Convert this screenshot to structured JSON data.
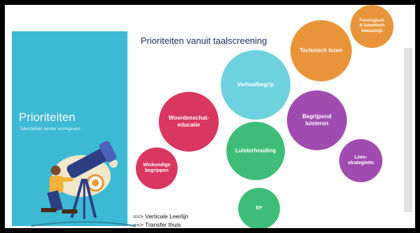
{
  "panel": {
    "title": "Prioriteiten",
    "subtitle": "Talenbeleid verder vormgeven",
    "color": "#3db9d3"
  },
  "slide": {
    "title": "Prioriteiten vanuit taalscreening"
  },
  "bubbles": {
    "fonologisch": {
      "label": "Fonologisch\n& fonemisch\nbewustzijn",
      "color": "#e8953a"
    },
    "technisch": {
      "label": "Technisch lezen",
      "color": "#e8953a"
    },
    "verhaalbegrip": {
      "label": "Verhaalbegrip",
      "color": "#6dd1de"
    },
    "woordenschat": {
      "label": "Woordenschat-\neducatie",
      "color": "#d9375f"
    },
    "begrijpend": {
      "label": "Begrijpend\nluisteren",
      "color": "#a04bb0"
    },
    "luisterhouding": {
      "label": "Luisterhouding",
      "color": "#3fbd78"
    },
    "lees": {
      "label": "Lees-\nstrategieën",
      "color": "#a04bb0"
    },
    "wiskundige": {
      "label": "Wiskundige\nbegrippen",
      "color": "#d9375f"
    },
    "ef": {
      "label": "EF",
      "color": "#3fbd78"
    }
  },
  "notes": {
    "line1": "==> Verticale Leerlijn",
    "line2": "==> Transfer thuis"
  }
}
